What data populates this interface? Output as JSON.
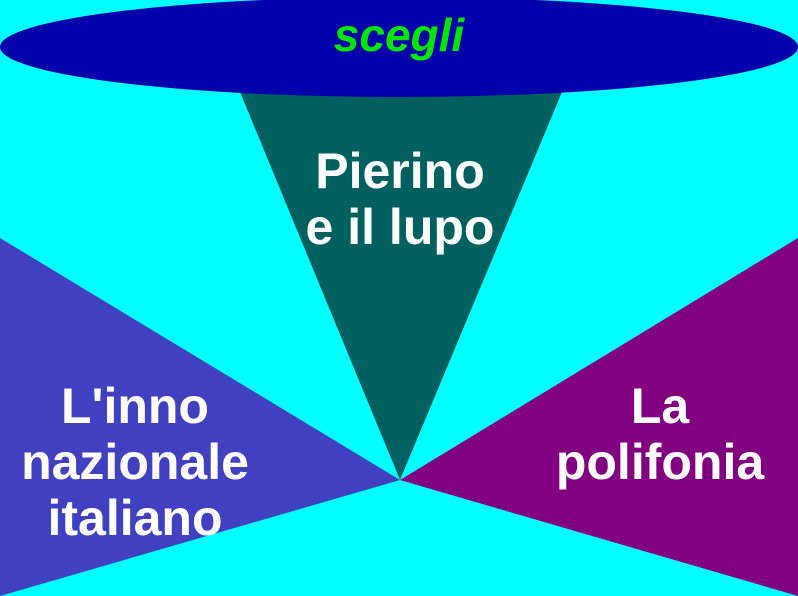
{
  "title": "scegli",
  "options": {
    "top": {
      "lines": [
        "Pierino",
        "e il lupo"
      ]
    },
    "left": {
      "lines": [
        "L'inno",
        "nazionale",
        "italiano"
      ]
    },
    "right": {
      "lines": [
        "La",
        "polifonia"
      ]
    }
  },
  "colors": {
    "background": "#00ffff",
    "ellipse": "#0000aa",
    "title_text": "#00e600",
    "top_triangle": "#006060",
    "left_triangle": "#4040c0",
    "right_triangle": "#800080",
    "option_text": "#ffffff"
  }
}
